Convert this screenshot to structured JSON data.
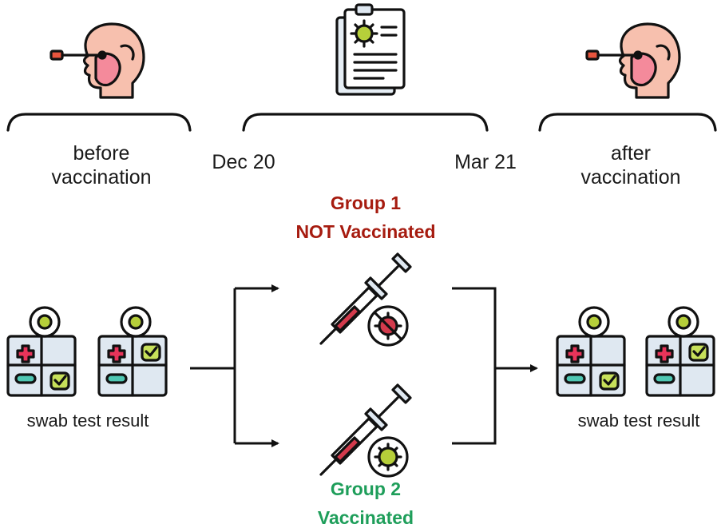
{
  "timeline": {
    "before": "before vaccination",
    "start": "Dec 20",
    "end": "Mar 21",
    "after": "after vaccination"
  },
  "groups": {
    "group1": {
      "title": "Group 1",
      "status": "NOT Vaccinated",
      "color": "#a61b0f"
    },
    "group2": {
      "title": "Group 2",
      "status": "Vaccinated",
      "color": "#1e9e5a"
    }
  },
  "results": {
    "left_label": "swab test result",
    "right_label": "swab test result"
  },
  "icons": {
    "swab": "nasal-swab-icon",
    "document": "document-icon",
    "syringe": "syringe-icon",
    "test_card": "test-card-icon",
    "virus": "virus-icon",
    "no_virus": "no-virus-icon"
  },
  "colors": {
    "line": "#111111",
    "skin": "#f7c0ae",
    "skin_dark": "#f0a08c",
    "virus": "#b6cf3a",
    "card": "#dfe8f1",
    "plus": "#e8345a",
    "minus": "#4fc7b3",
    "check": "#c7e05a",
    "blood": "#d33a4c"
  }
}
